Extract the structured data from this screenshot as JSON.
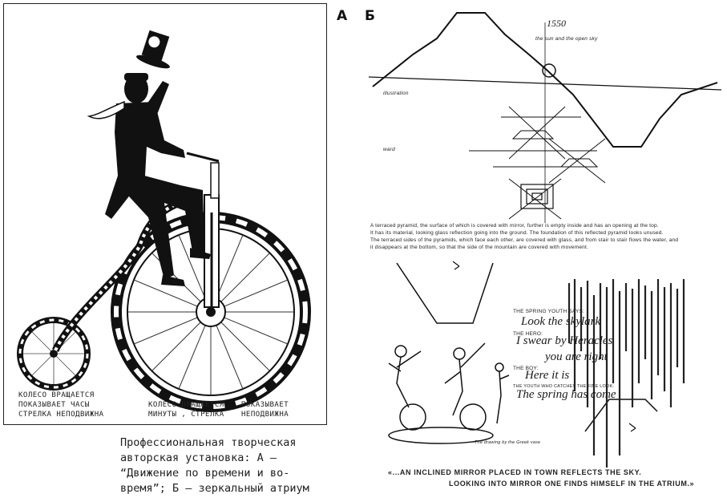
{
  "labels": {
    "a": "А",
    "b": "Б"
  },
  "panel_a": {
    "note_left": [
      "КОЛЕСО ВРАЩАЕТСЯ",
      "ПОКАЗЫВАЕТ ЧАСЫ",
      "СТРЕЛКА НЕПОДВИЖНА"
    ],
    "note_right": [
      "КОЛЕСО ВРАЩАЕТСЯ",
      "ПОКАЗЫВАЕТ",
      "МИНУТЫ , СТРЕЛКА",
      "НЕПОДВИЖНА"
    ]
  },
  "caption": {
    "lines": [
      "Профессиональная творческая",
      "авторская установка: А —",
      "“Движение по времени и во-",
      "время”; Б — зеркальный атриум"
    ]
  },
  "panel_b": {
    "sketch_title": "1550",
    "sketch_note": "the sun and the open sky",
    "side_labels": [
      "illustration",
      "ward"
    ],
    "description_lines": [
      "A terraced pyramid, the surface of which is covered with mirror, further is empty inside and has an opening at the top.",
      "It has its material, looking glass reflection going into the ground. The foundation of this reflected pyramid looks unused.",
      "The terraced sides of the pyramids, which face each other, are covered with glass, and from stair to stair flows the water, and",
      "it disappears at the bottom, so that the side of the mountain are covered with movement."
    ],
    "mirror_heading": [
      "THE SPRING YOUTH SAYS:",
      "THE HERO:",
      "THE BOY:",
      "THE YOUTH WHO CATCHES THE FINE LOOK:"
    ],
    "mirror_script": [
      "Look the skylark",
      "I swear by Heracles",
      "you are right",
      "Here it is",
      "The spring has come"
    ],
    "bottom_note": [
      "«...AN INCLINED MIRROR PLACED IN TOWN REFLECTS THE SKY.",
      "LOOKING INTO MIRROR ONE FINDS HIMSELF IN THE ATRIUM.»"
    ],
    "small_note": "The drawing by the Greek vase"
  }
}
